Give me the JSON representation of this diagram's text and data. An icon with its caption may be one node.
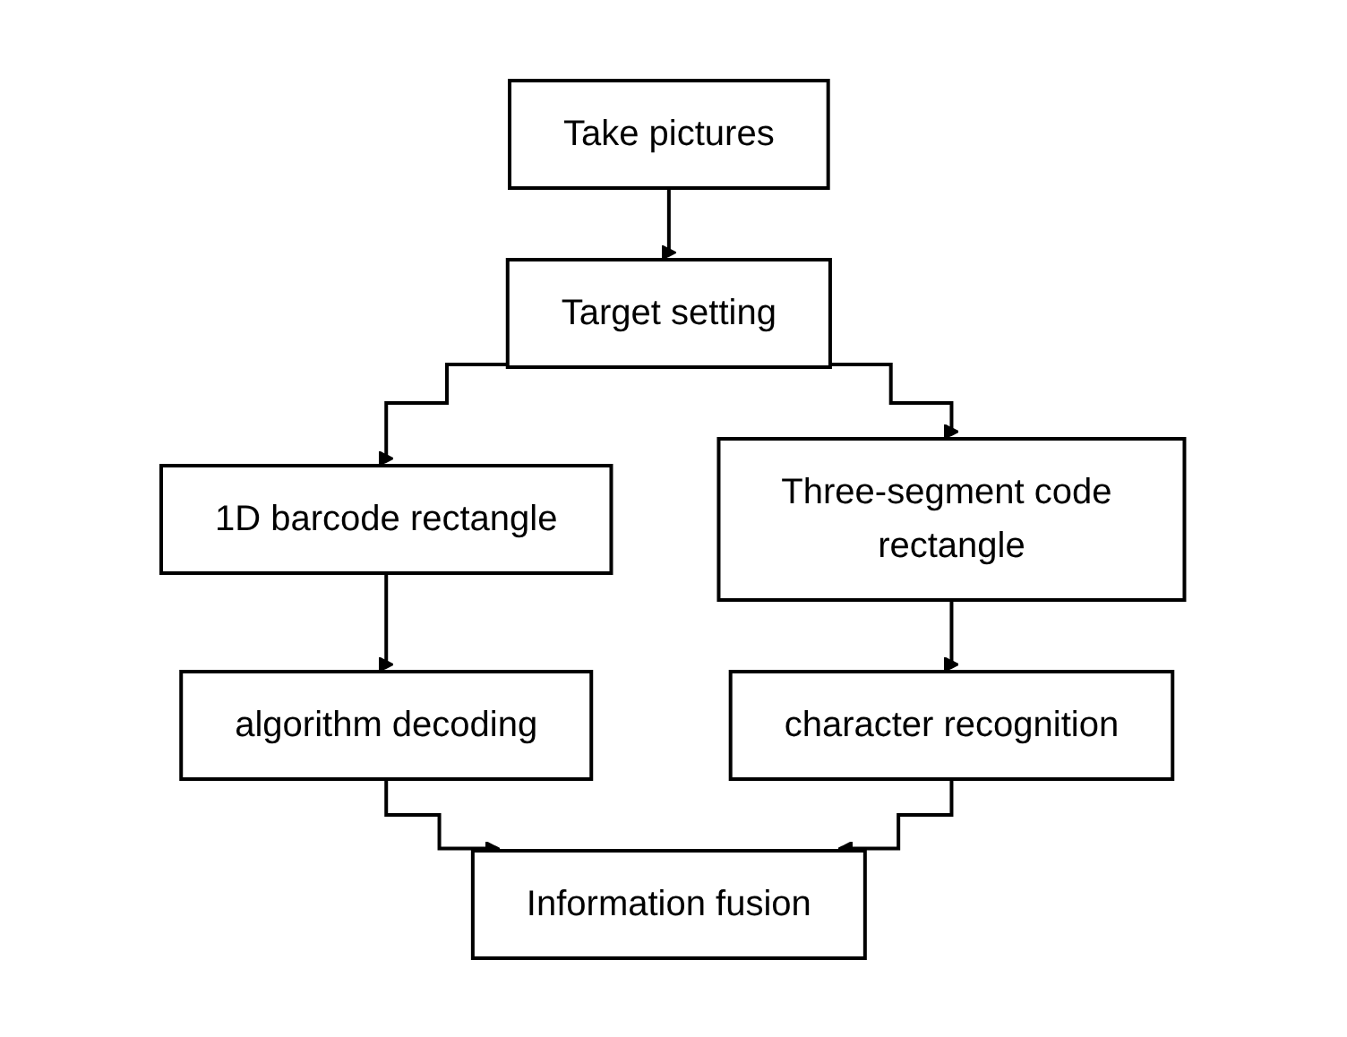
{
  "diagram": {
    "nodes": [
      {
        "text": [
          "Take pictures"
        ]
      },
      {
        "text": [
          "Target setting"
        ]
      },
      {
        "text": [
          "1D barcode rectangle"
        ]
      },
      {
        "text": [
          "Three-segment code rectangle"
        ]
      },
      {
        "text": [
          "algorithm decoding"
        ]
      },
      {
        "text": [
          "character recognition"
        ]
      },
      {
        "text": [
          "Information fusion"
        ]
      }
    ],
    "edges": [
      {
        "from": 0,
        "to": 1,
        "arrow": "to"
      },
      {
        "from": 1,
        "to": 2,
        "arrow": "to"
      },
      {
        "from": 1,
        "to": 3,
        "arrow": "to"
      },
      {
        "from": 2,
        "to": 4,
        "arrow": "to"
      },
      {
        "from": 3,
        "to": 5,
        "arrow": "to"
      },
      {
        "from": 4,
        "to": 6,
        "arrow": "to"
      },
      {
        "from": 5,
        "to": 6,
        "arrow": "to"
      }
    ]
  }
}
